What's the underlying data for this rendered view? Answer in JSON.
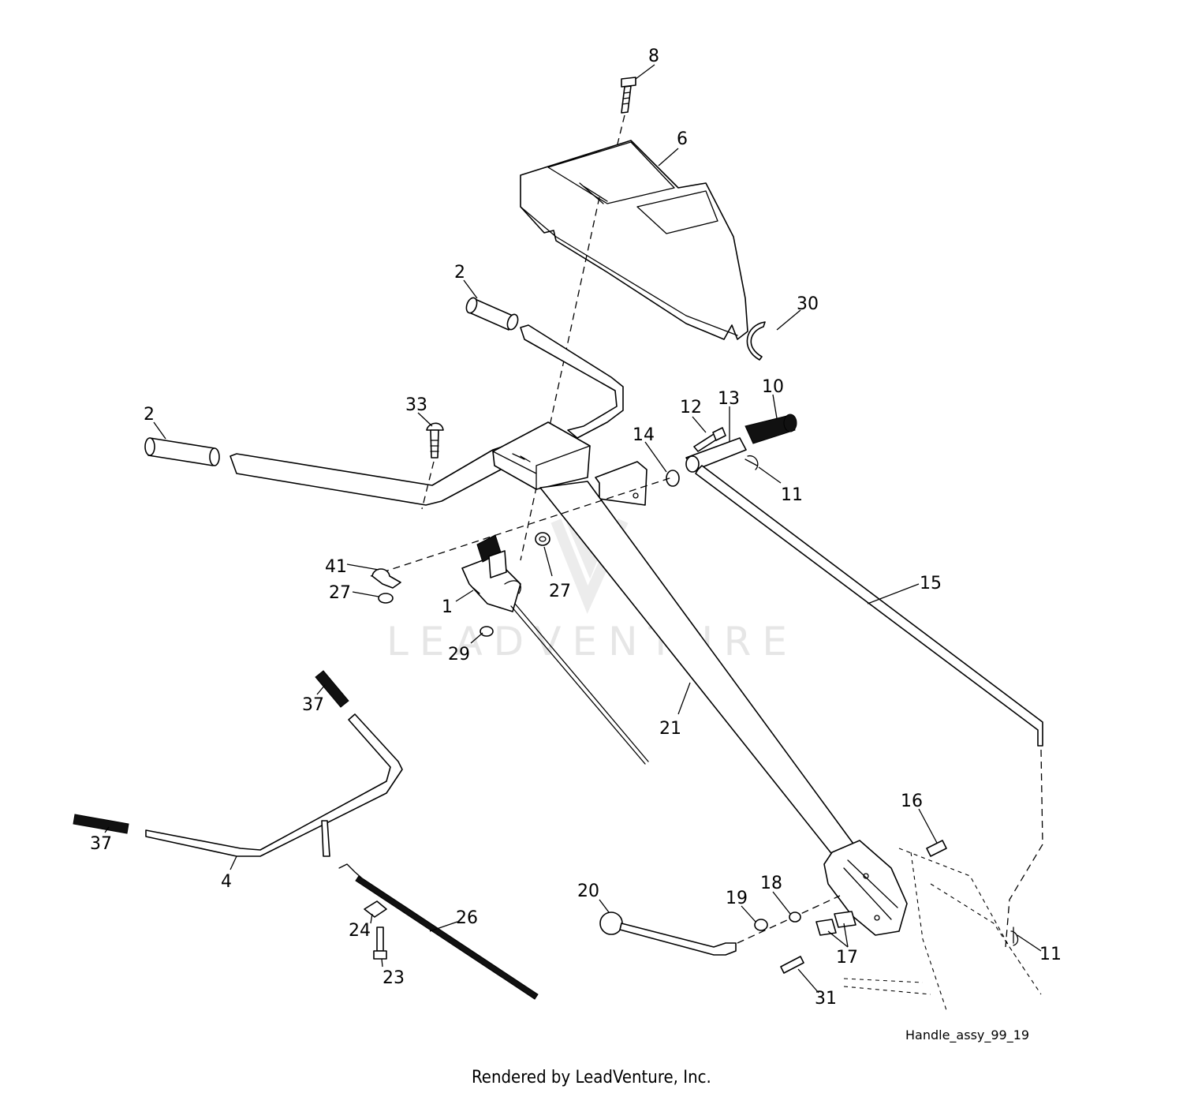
{
  "diagram": {
    "caption": "Handle_assy_99_19",
    "footer": "Rendered by LeadVenture, Inc.",
    "watermark": "LEADVENTURE",
    "callouts": [
      "8",
      "6",
      "2",
      "30",
      "2",
      "33",
      "12",
      "13",
      "10",
      "14",
      "11",
      "41",
      "27",
      "27",
      "1",
      "15",
      "29",
      "37",
      "21",
      "37",
      "4",
      "16",
      "20",
      "18",
      "19",
      "26",
      "24",
      "17",
      "11",
      "23",
      "31"
    ]
  }
}
